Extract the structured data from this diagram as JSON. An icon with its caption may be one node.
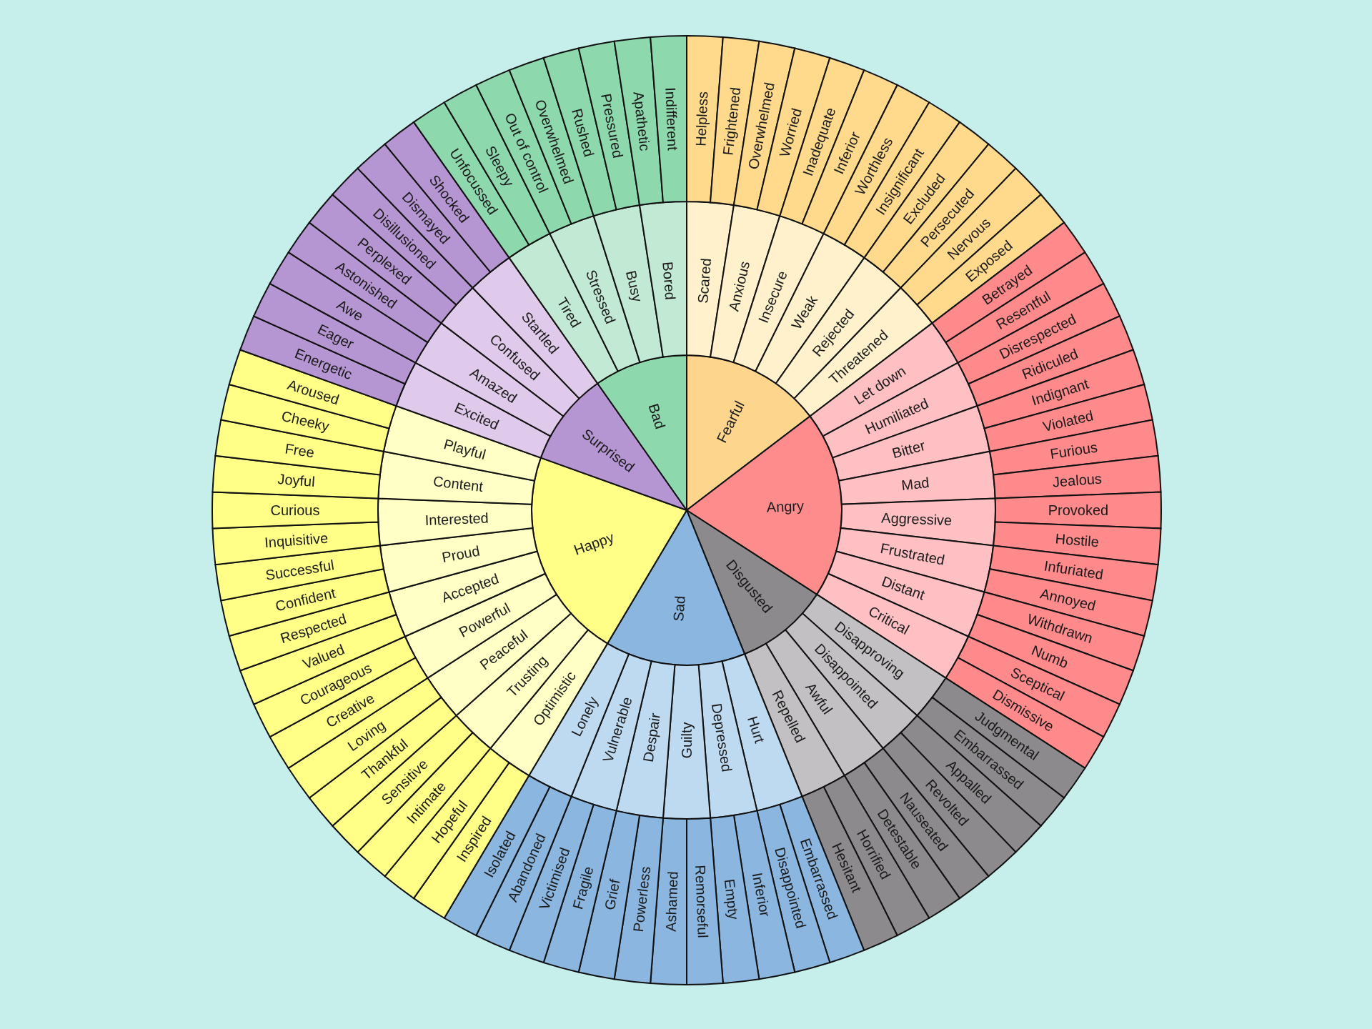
{
  "diagram": {
    "nodes": [
      {
        "text": [
          "Fearful"
        ]
      },
      {
        "text": [
          "Angry"
        ]
      },
      {
        "text": [
          "Disgusted"
        ]
      },
      {
        "text": [
          "Sad"
        ]
      },
      {
        "text": [
          "Happy"
        ]
      },
      {
        "text": [
          "Surprised"
        ]
      },
      {
        "text": [
          "Bad"
        ]
      },
      {
        "text": [
          "Scared"
        ]
      },
      {
        "text": [
          "Anxious"
        ]
      },
      {
        "text": [
          "Insecure"
        ]
      },
      {
        "text": [
          "Weak"
        ]
      },
      {
        "text": [
          "Rejected"
        ]
      },
      {
        "text": [
          "Threatened"
        ]
      },
      {
        "text": [
          "Let down"
        ]
      },
      {
        "text": [
          "Humiliated"
        ]
      },
      {
        "text": [
          "Bitter"
        ]
      },
      {
        "text": [
          "Mad"
        ]
      },
      {
        "text": [
          "Aggressive"
        ]
      },
      {
        "text": [
          "Frustrated"
        ]
      },
      {
        "text": [
          "Distant"
        ]
      },
      {
        "text": [
          "Critical"
        ]
      },
      {
        "text": [
          "Disapproving"
        ]
      },
      {
        "text": [
          "Disappointed"
        ]
      },
      {
        "text": [
          "Awful"
        ]
      },
      {
        "text": [
          "Repelled"
        ]
      },
      {
        "text": [
          "Hurt"
        ]
      },
      {
        "text": [
          "Depressed"
        ]
      },
      {
        "text": [
          "Guilty"
        ]
      },
      {
        "text": [
          "Despair"
        ]
      },
      {
        "text": [
          "Vulnerable"
        ]
      },
      {
        "text": [
          "Lonely"
        ]
      },
      {
        "text": [
          "Optimistic"
        ]
      },
      {
        "text": [
          "Trusting"
        ]
      },
      {
        "text": [
          "Peaceful"
        ]
      },
      {
        "text": [
          "Powerful"
        ]
      },
      {
        "text": [
          "Accepted"
        ]
      },
      {
        "text": [
          "Proud"
        ]
      },
      {
        "text": [
          "Interested"
        ]
      },
      {
        "text": [
          "Content"
        ]
      },
      {
        "text": [
          "Playful"
        ]
      },
      {
        "text": [
          "Excited"
        ]
      },
      {
        "text": [
          "Amazed"
        ]
      },
      {
        "text": [
          "Confused"
        ]
      },
      {
        "text": [
          "Startled"
        ]
      },
      {
        "text": [
          "Tired"
        ]
      },
      {
        "text": [
          "Stressed"
        ]
      },
      {
        "text": [
          "Busy"
        ]
      },
      {
        "text": [
          "Bored"
        ]
      },
      {
        "text": [
          "Helpless"
        ]
      },
      {
        "text": [
          "Frightened"
        ]
      },
      {
        "text": [
          "Overwhelmed"
        ]
      },
      {
        "text": [
          "Worried"
        ]
      },
      {
        "text": [
          "Inadequate"
        ]
      },
      {
        "text": [
          "Inferior"
        ]
      },
      {
        "text": [
          "Worthless"
        ]
      },
      {
        "text": [
          "Insignificant"
        ]
      },
      {
        "text": [
          "Excluded"
        ]
      },
      {
        "text": [
          "Persecuted"
        ]
      },
      {
        "text": [
          "Nervous"
        ]
      },
      {
        "text": [
          "Exposed"
        ]
      },
      {
        "text": [
          "Betrayed"
        ]
      },
      {
        "text": [
          "Resentful"
        ]
      },
      {
        "text": [
          "Disrespected"
        ]
      },
      {
        "text": [
          "Ridiculed"
        ]
      },
      {
        "text": [
          "Indignant"
        ]
      },
      {
        "text": [
          "Violated"
        ]
      },
      {
        "text": [
          "Furious"
        ]
      },
      {
        "text": [
          "Jealous"
        ]
      },
      {
        "text": [
          "Provoked"
        ]
      },
      {
        "text": [
          "Hostile"
        ]
      },
      {
        "text": [
          "Infuriated"
        ]
      },
      {
        "text": [
          "Annoyed"
        ]
      },
      {
        "text": [
          "Withdrawn"
        ]
      },
      {
        "text": [
          "Numb"
        ]
      },
      {
        "text": [
          "Sceptical"
        ]
      },
      {
        "text": [
          "Dismissive"
        ]
      },
      {
        "text": [
          "Judgmental"
        ]
      },
      {
        "text": [
          "Embarrassed"
        ]
      },
      {
        "text": [
          "Appalled"
        ]
      },
      {
        "text": [
          "Revolted"
        ]
      },
      {
        "text": [
          "Nauseated"
        ]
      },
      {
        "text": [
          "Detestable"
        ]
      },
      {
        "text": [
          "Horrified"
        ]
      },
      {
        "text": [
          "Hesitant"
        ]
      },
      {
        "text": [
          "Embarrassed"
        ]
      },
      {
        "text": [
          "Disappointed"
        ]
      },
      {
        "text": [
          "Inferior"
        ]
      },
      {
        "text": [
          "Empty"
        ]
      },
      {
        "text": [
          "Remorseful"
        ]
      },
      {
        "text": [
          "Ashamed"
        ]
      },
      {
        "text": [
          "Powerless"
        ]
      },
      {
        "text": [
          "Grief"
        ]
      },
      {
        "text": [
          "Fragile"
        ]
      },
      {
        "text": [
          "Victimised"
        ]
      },
      {
        "text": [
          "Abandoned"
        ]
      },
      {
        "text": [
          "Isolated"
        ]
      },
      {
        "text": [
          "Inspired"
        ]
      },
      {
        "text": [
          "Hopeful"
        ]
      },
      {
        "text": [
          "Intimate"
        ]
      },
      {
        "text": [
          "Sensitive"
        ]
      },
      {
        "text": [
          "Thankful"
        ]
      },
      {
        "text": [
          "Loving"
        ]
      },
      {
        "text": [
          "Creative"
        ]
      },
      {
        "text": [
          "Courageous"
        ]
      },
      {
        "text": [
          "Valued"
        ]
      },
      {
        "text": [
          "Respected"
        ]
      },
      {
        "text": [
          "Confident"
        ]
      },
      {
        "text": [
          "Successful"
        ]
      },
      {
        "text": [
          "Inquisitive"
        ]
      },
      {
        "text": [
          "Curious"
        ]
      },
      {
        "text": [
          "Joyful"
        ]
      },
      {
        "text": [
          "Free"
        ]
      },
      {
        "text": [
          "Cheeky"
        ]
      },
      {
        "text": [
          "Aroused"
        ]
      },
      {
        "text": [
          "Energetic"
        ]
      },
      {
        "text": [
          "Eager"
        ]
      },
      {
        "text": [
          "Awe"
        ]
      },
      {
        "text": [
          "Astonished"
        ]
      },
      {
        "text": [
          "Perplexed"
        ]
      },
      {
        "text": [
          "Disillusioned"
        ]
      },
      {
        "text": [
          "Dismayed"
        ]
      },
      {
        "text": [
          "Shocked"
        ]
      },
      {
        "text": [
          "Unfocussed"
        ]
      },
      {
        "text": [
          "Sleepy"
        ]
      },
      {
        "text": [
          "Out of control"
        ]
      },
      {
        "text": [
          "Overwhelmed"
        ]
      },
      {
        "text": [
          "Rushed"
        ]
      },
      {
        "text": [
          "Pressured"
        ]
      },
      {
        "text": [
          "Apathetic"
        ]
      },
      {
        "text": [
          "Indifferent"
        ]
      }
    ]
  }
}
